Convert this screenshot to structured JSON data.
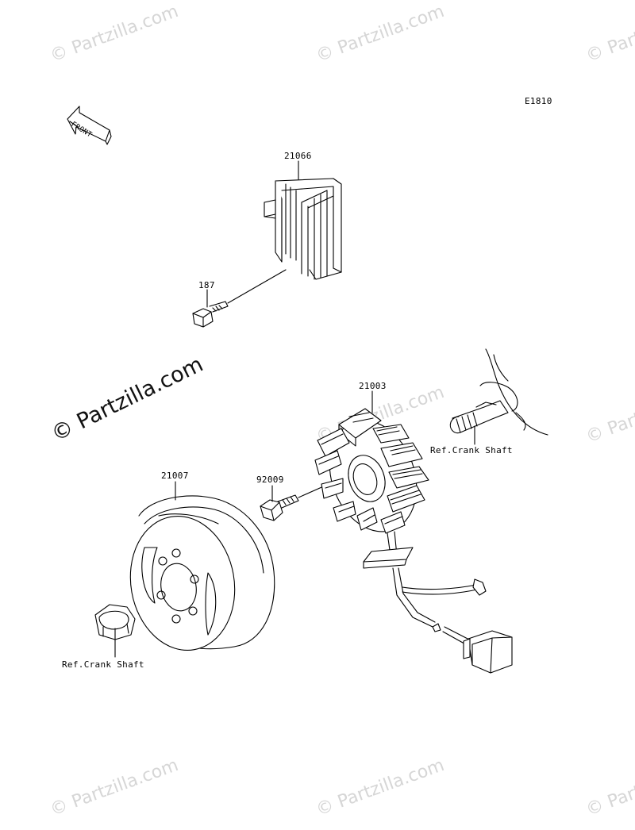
{
  "diagram": {
    "code": "E1810",
    "front_label": "FRONT",
    "watermark": "© Partzilla.com",
    "parts": [
      {
        "number": "21066"
      },
      {
        "number": "187"
      },
      {
        "number": "21003"
      },
      {
        "number": "21007"
      },
      {
        "number": "92009"
      }
    ],
    "references": [
      {
        "text": "Ref.Crank Shaft"
      },
      {
        "text": "Ref.Crank Shaft"
      }
    ]
  }
}
